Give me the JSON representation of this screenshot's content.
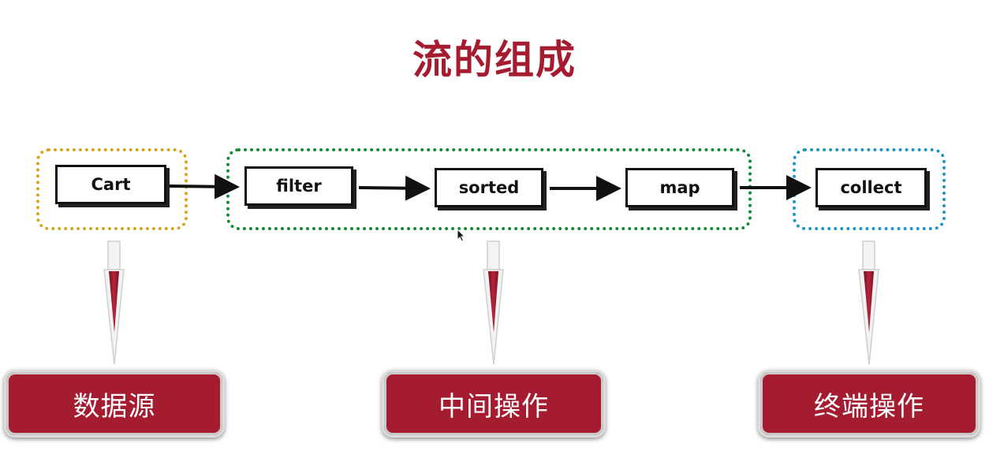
{
  "title": "流的组成",
  "pipeline": {
    "source": "Cart",
    "intermediate": [
      "filter",
      "sorted",
      "map"
    ],
    "terminal": "collect"
  },
  "labels": {
    "source": "数据源",
    "intermediate": "中间操作",
    "terminal": "终端操作"
  },
  "colors": {
    "accent": "#a51c30",
    "source_frame": "#d6a41d",
    "intermediate_frame": "#138a36",
    "terminal_frame": "#1b95c4"
  }
}
